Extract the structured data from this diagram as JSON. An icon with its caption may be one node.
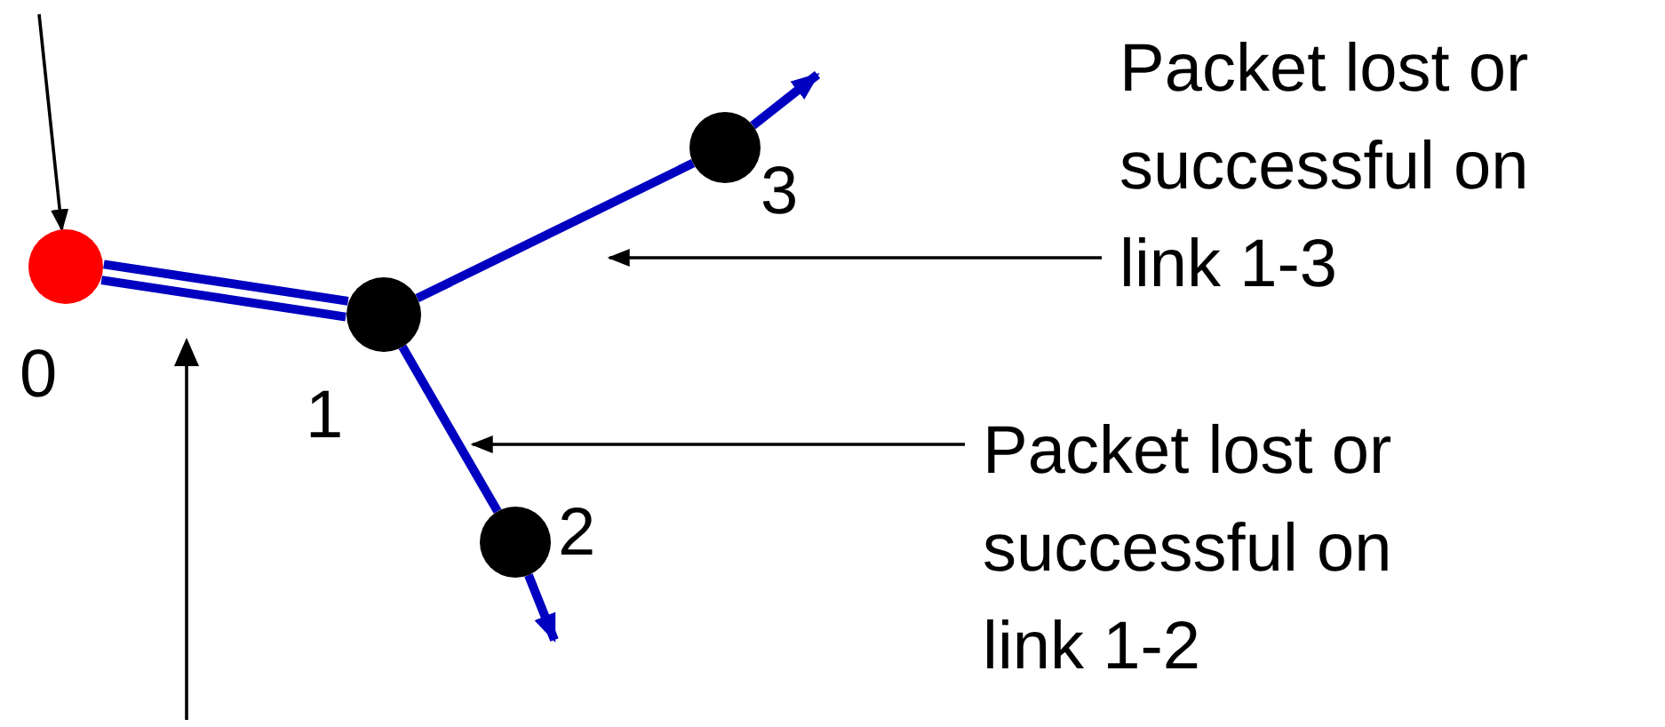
{
  "diagram": {
    "nodes": [
      {
        "text": [],
        "shape": "circle",
        "beside": [
          "0"
        ]
      },
      {
        "text": [],
        "shape": "circle",
        "beside": [
          "1"
        ]
      },
      {
        "text": [],
        "shape": "circle",
        "beside": [
          "2"
        ]
      },
      {
        "text": [],
        "shape": "circle",
        "beside": [
          "3"
        ]
      },
      {
        "text": [
          "Packet lost or successful on link 1-3"
        ]
      },
      {
        "text": [
          "Packet lost or successful on link 1-2"
        ]
      }
    ],
    "edges": [
      {
        "from": 0,
        "to": 1,
        "arrow": "none"
      },
      {
        "from": 0,
        "to": 1,
        "arrow": "none"
      },
      {
        "from": 1,
        "to": 3,
        "arrow": "none"
      },
      {
        "from": 3,
        "to": null,
        "arrow": "to"
      },
      {
        "from": 1,
        "to": 2,
        "arrow": "none"
      },
      {
        "from": 2,
        "to": null,
        "arrow": "to"
      },
      {
        "from": null,
        "to": 0,
        "arrow": "to",
        "color": "#000000"
      },
      {
        "from": 4,
        "to": null,
        "arrow": "to",
        "color": "#000000"
      },
      {
        "from": 5,
        "to": null,
        "arrow": "to",
        "color": "#000000"
      }
    ]
  }
}
